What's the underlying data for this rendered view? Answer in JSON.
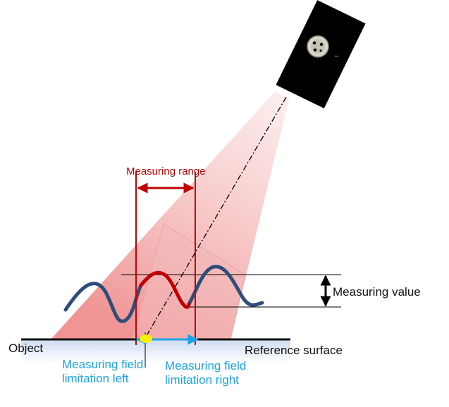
{
  "labels": {
    "measuring_range": "Measuring range",
    "measuring_value": "Measuring value",
    "object": "Object",
    "reference_surface": "Reference surface",
    "limit_left": "Measuring field limitation left",
    "limit_right": "Measuring field limitation right"
  },
  "colors": {
    "sensor_body": "#000000",
    "beam": "#f4a6a6",
    "range_lines": "#c00000",
    "profile_line": "#2e4d7b",
    "field_limit_arrow": "#1aa3e8",
    "surface": "#c9d8ef",
    "laser_spot": "#f4f000"
  },
  "icons": [
    "sensor-lens-icon",
    "laser-spot-icon"
  ]
}
